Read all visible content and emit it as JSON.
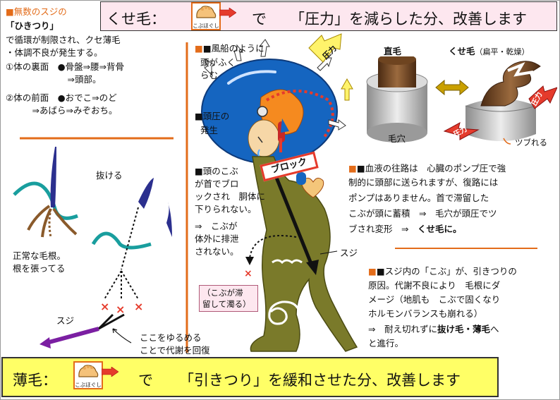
{
  "colors": {
    "accent": "#e36c1a",
    "top_banner_bg": "#fde7ef",
    "bottom_banner_bg": "#ffff66",
    "arrow_red": "#e53b2c",
    "arrow_purple": "#7b1fa2"
  },
  "top_banner": {
    "prefix": "くせ毛：",
    "mid": "で",
    "text": "「圧力」を減らした分、改善します"
  },
  "bottom_banner": {
    "prefix": "薄毛：",
    "mid": "で",
    "text": "「引きつり」を緩和させた分、改善します"
  },
  "icon_caption": "こぶほぐし",
  "left_panel": {
    "heading_part1": "■無数のスジの",
    "heading_part2": "「ひきつり」",
    "lines": [
      "で循環が制限され、クセ薄毛",
      "・体調不良が発生する。",
      "①体の裏面　●骨盤⇒腰⇒背骨",
      "　　　　　　　⇒頭部。",
      "②体の前面　●おでこ⇒のど",
      "　　　⇒あばら⇒みぞおち。"
    ],
    "pull_out_label": "抜ける",
    "normal_root_label_1": "正常な毛根。",
    "normal_root_label_2": "根を張ってる",
    "suji_label": "スジ",
    "loosen_label_1": "ここをゆるめる",
    "loosen_label_2": "ことで代謝を回復"
  },
  "center": {
    "balloon_lines": [
      "■風船のように",
      "頭がふく",
      "らむ"
    ],
    "pressure_lines": [
      "■頭圧の",
      "発生"
    ],
    "block_lines": [
      "■頭のこぶ",
      "が首でブロ",
      "ックされ　胴体に",
      "下りられない。",
      "⇒　こぶが",
      "体外に排泄",
      "されない。"
    ],
    "block_tag": "ブロック",
    "pressure_tag": "圧力",
    "stuck_lines": [
      "（こぶが滞",
      "留して濁る）"
    ],
    "suji_label": "スジ"
  },
  "right": {
    "straight_label": "直毛",
    "curly_label": "くせ毛",
    "curly_sub": "（扁平・乾燥）",
    "pore_label": "毛穴",
    "pressure_a": "圧力",
    "pressure_b": "圧力",
    "crushed_label": "ツブれる",
    "blood_lines": [
      "■血液の往路は　心臓のポンプ圧で強",
      "制的に頭部に送られますが、復路には",
      "ポンプはありません。首で滞留した",
      "こぶが頭に蓄積　⇒　毛穴が頭圧でツ",
      "ブされ変形　⇒　"
    ],
    "blood_last_bold": "くせ毛に。",
    "suji_lines_1": "■スジ内の「こぶ」が、引きつりの",
    "suji_lines": [
      "原因。代謝不良により　毛根にダ",
      "メージ（地肌も　こぶで固くなり",
      "ホルモンバランスも崩れる）"
    ],
    "suji_last_prefix": "⇒　耐え切れずに",
    "suji_last_bold": "抜け毛・薄毛",
    "suji_last_suffix": "へ",
    "suji_final": "と進行。"
  }
}
